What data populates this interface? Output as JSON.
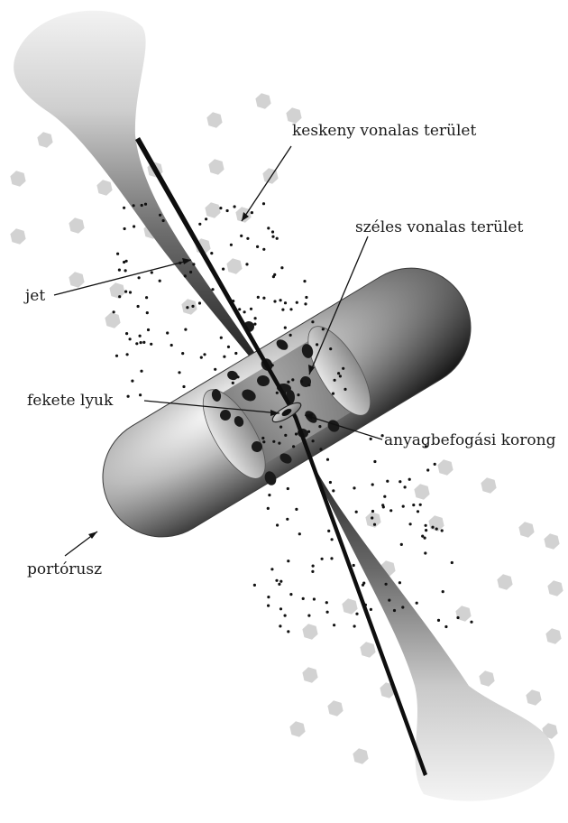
{
  "diagram": {
    "labels": {
      "narrow_line_region": "keskeny vonalas terület",
      "broad_line_region": "széles vonalas terület",
      "jet": "jet",
      "black_hole": "fekete lyuk",
      "accretion_disk": "anyagbefogási korong",
      "dust_torus": "portórusz"
    }
  }
}
